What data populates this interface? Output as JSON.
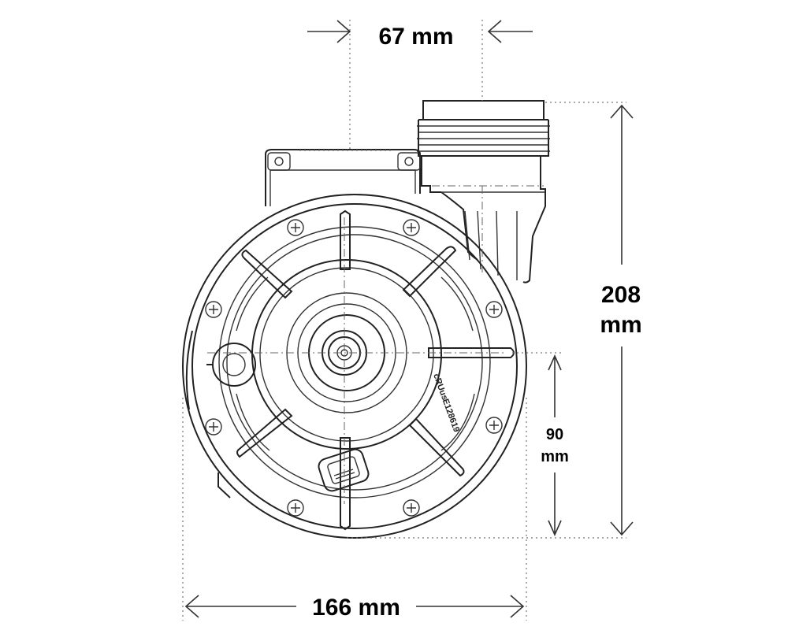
{
  "dimensions": {
    "top_width": "67 mm",
    "height_total": [
      "208",
      "mm"
    ],
    "height_partial": [
      "90",
      "mm"
    ],
    "bottom_width": "166 mm"
  },
  "markings": {
    "cert_code": "E128619",
    "cert_logo": "cRUus"
  },
  "colors": {
    "line": "#222222",
    "background": "#ffffff"
  }
}
